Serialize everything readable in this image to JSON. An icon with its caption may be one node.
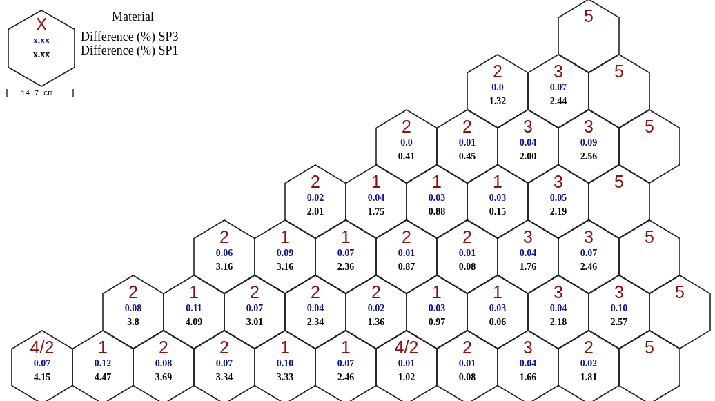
{
  "diagram": {
    "nodes": [
      {
        "text": [
          "X",
          "x.xx",
          "x.xx"
        ]
      },
      {
        "text": [
          "5"
        ]
      },
      {
        "text": [
          "2",
          "0.0",
          "1.32"
        ]
      },
      {
        "text": [
          "3",
          "0.07",
          "2.44"
        ]
      },
      {
        "text": [
          "5"
        ]
      },
      {
        "text": [
          "2",
          "0.0",
          "0.41"
        ]
      },
      {
        "text": [
          "2",
          "0.01",
          "0.45"
        ]
      },
      {
        "text": [
          "3",
          "0.04",
          "2.00"
        ]
      },
      {
        "text": [
          "3",
          "0.09",
          "2.56"
        ]
      },
      {
        "text": [
          "5"
        ]
      },
      {
        "text": [
          "2",
          "0.02",
          "2.01"
        ]
      },
      {
        "text": [
          "1",
          "0.04",
          "1.75"
        ]
      },
      {
        "text": [
          "1",
          "0.03",
          "0.88"
        ]
      },
      {
        "text": [
          "1",
          "0.03",
          "0.15"
        ]
      },
      {
        "text": [
          "3",
          "0.05",
          "2.19"
        ]
      },
      {
        "text": [
          "5"
        ]
      },
      {
        "text": [
          "2",
          "0.06",
          "3.16"
        ]
      },
      {
        "text": [
          "1",
          "0.09",
          "3.16"
        ]
      },
      {
        "text": [
          "1",
          "0.07",
          "2.36"
        ]
      },
      {
        "text": [
          "2",
          "0.01",
          "0.87"
        ]
      },
      {
        "text": [
          "2",
          "0.01",
          "0.08"
        ]
      },
      {
        "text": [
          "3",
          "0.04",
          "1.76"
        ]
      },
      {
        "text": [
          "3",
          "0.07",
          "2.46"
        ]
      },
      {
        "text": [
          "5"
        ]
      },
      {
        "text": [
          "2",
          "0.08",
          "3.8"
        ]
      },
      {
        "text": [
          "1",
          "0.11",
          "4.09"
        ]
      },
      {
        "text": [
          "2",
          "0.07",
          "3.01"
        ]
      },
      {
        "text": [
          "2",
          "0.04",
          "2.34"
        ]
      },
      {
        "text": [
          "2",
          "0.02",
          "1.36"
        ]
      },
      {
        "text": [
          "1",
          "0.03",
          "0.97"
        ]
      },
      {
        "text": [
          "1",
          "0.03",
          "0.06"
        ]
      },
      {
        "text": [
          "3",
          "0.04",
          "2.18"
        ]
      },
      {
        "text": [
          "3",
          "0.10",
          "2.57"
        ]
      },
      {
        "text": [
          "5"
        ]
      },
      {
        "text": [
          "4/2",
          "0.07",
          "4.15"
        ]
      },
      {
        "text": [
          "1",
          "0.12",
          "4.47"
        ]
      },
      {
        "text": [
          "2",
          "0.08",
          "3.69"
        ]
      },
      {
        "text": [
          "2",
          "0.07",
          "3.34"
        ]
      },
      {
        "text": [
          "1",
          "0.10",
          "3.33"
        ]
      },
      {
        "text": [
          "1",
          "0.07",
          "2.46"
        ]
      },
      {
        "text": [
          "4/2",
          "0.01",
          "1.02"
        ]
      },
      {
        "text": [
          "2",
          "0.01",
          "0.08"
        ]
      },
      {
        "text": [
          "3",
          "0.04",
          "1.66"
        ]
      },
      {
        "text": [
          "2",
          "0.02",
          "1.81"
        ]
      },
      {
        "text": [
          "5"
        ]
      }
    ],
    "labels": [
      "Material",
      "Difference (%) SP3",
      "Difference (%) SP1",
      "14.7 cm"
    ]
  }
}
